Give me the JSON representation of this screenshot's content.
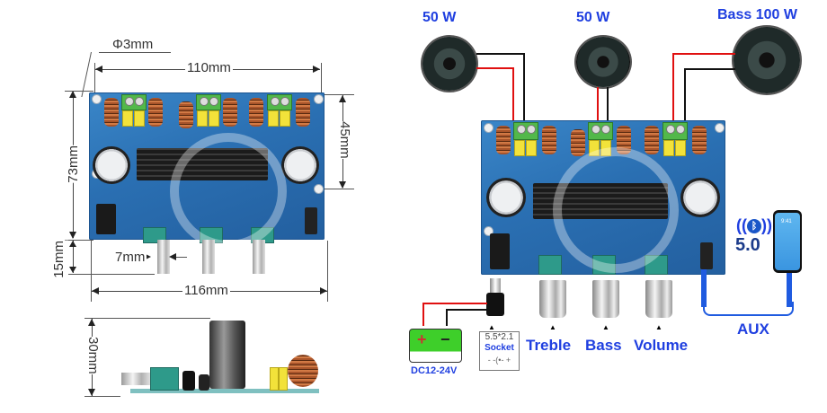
{
  "left_diagram": {
    "dimensions": {
      "hole_diameter": "Φ3mm",
      "top_width": "110mm",
      "board_height": "73mm",
      "hole_spacing_vertical": "45mm",
      "knob_height": "15mm",
      "knob_diameter": "7mm",
      "overall_width": "116mm",
      "side_height": "30mm"
    }
  },
  "right_diagram": {
    "speakers": [
      {
        "label": "50 W"
      },
      {
        "label": "50 W"
      },
      {
        "label": "Bass 100 W"
      }
    ],
    "power": {
      "battery_plus": "+",
      "battery_minus": "−",
      "voltage_label": "DC12-24V",
      "socket_size": "5.5*2.1",
      "socket_label": "Socket",
      "socket_polarity": "- -(•- +"
    },
    "controls": [
      {
        "label": "Treble"
      },
      {
        "label": "Bass"
      },
      {
        "label": "Volume"
      }
    ],
    "bluetooth": {
      "icon": "bluetooth-icon",
      "version": "5.0"
    },
    "phone": {
      "time": "9:41"
    },
    "aux_label": "AUX"
  },
  "colors": {
    "label_blue": "#1f3fe0",
    "wire_red": "#e01010",
    "wire_black": "#111111",
    "battery_green": "#3ecf2a",
    "pcb_blue": "#2a6fb2"
  }
}
